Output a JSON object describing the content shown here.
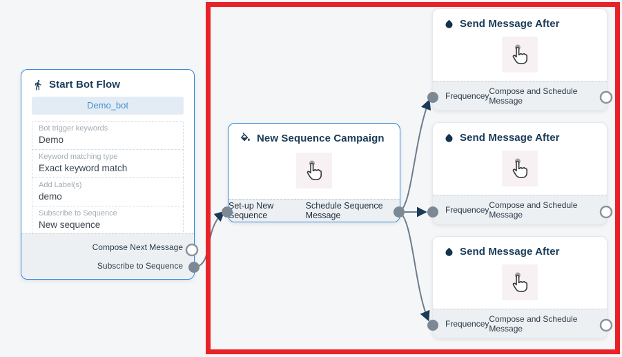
{
  "canvas": {
    "background": "#f5f6f8",
    "highlight_color": "#e92128",
    "edge_color": "#6e7b8a",
    "arrow_color": "#1b3a57",
    "connector_filled_color": "#7d8895",
    "node_border_blue": "#2e86d6"
  },
  "start_node": {
    "icon": "walking-person-icon",
    "title": "Start Bot Flow",
    "bot_name": "Demo_bot",
    "fields": [
      {
        "label": "Bot trigger keywords",
        "value": "Demo"
      },
      {
        "label": "Keyword matching type",
        "value": "Exact keyword match"
      },
      {
        "label": "Add Label(s)",
        "value": "demo"
      },
      {
        "label": "Subscribe to Sequence",
        "value": "New sequence"
      }
    ],
    "outputs": [
      {
        "label": "Compose Next Message",
        "connector": "open"
      },
      {
        "label": "Subscribe to Sequence",
        "connector": "filled"
      }
    ]
  },
  "sequence_node": {
    "icon": "paint-bucket-icon",
    "title": "New Sequence Campaign",
    "center_icon": "hand-cursor-icon",
    "ports": [
      {
        "label": "Set-up New Sequence",
        "side": "left",
        "connector": "filled"
      },
      {
        "label": "Schedule Sequence Message",
        "side": "right",
        "connector": "filled"
      }
    ]
  },
  "send_nodes": [
    {
      "icon": "water-drop-icon",
      "title": "Send Message After",
      "center_icon": "hand-cursor-icon",
      "input_label": "Frequencey",
      "output_label": "Compose and Schedule Message"
    },
    {
      "icon": "water-drop-icon",
      "title": "Send Message After",
      "center_icon": "hand-cursor-icon",
      "input_label": "Frequencey",
      "output_label": "Compose and Schedule Message"
    },
    {
      "icon": "water-drop-icon",
      "title": "Send Message After",
      "center_icon": "hand-cursor-icon",
      "input_label": "Frequencey",
      "output_label": "Compose and Schedule Message"
    }
  ]
}
